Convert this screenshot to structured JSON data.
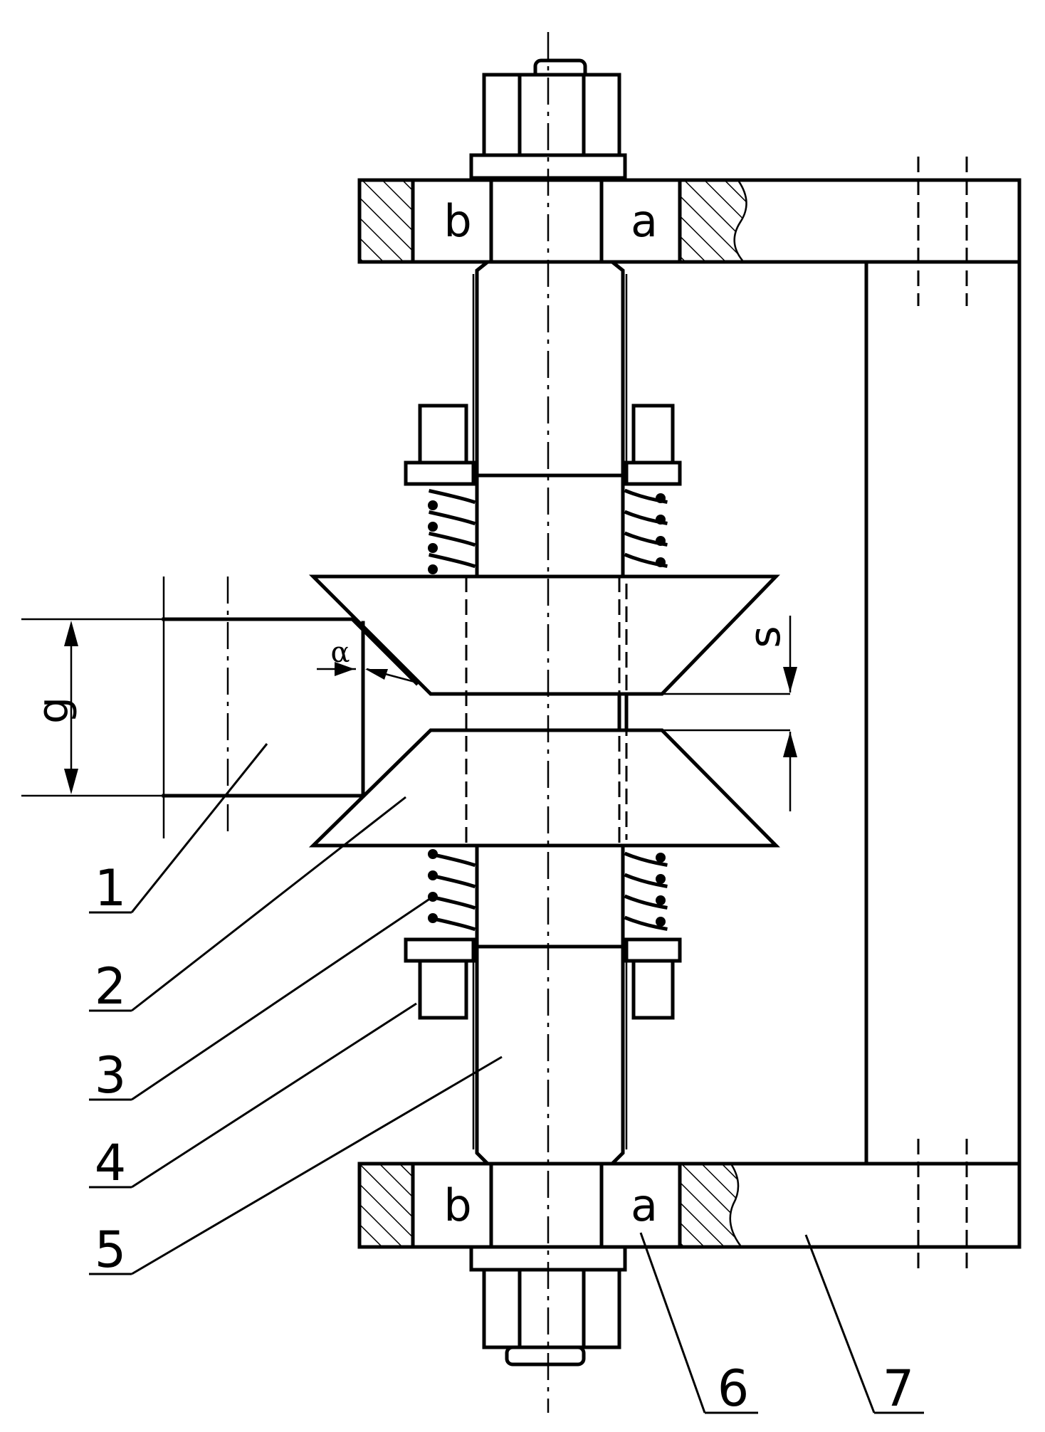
{
  "callouts": [
    {
      "id": "1",
      "text": "1"
    },
    {
      "id": "2",
      "text": "2"
    },
    {
      "id": "3",
      "text": "3"
    },
    {
      "id": "4",
      "text": "4"
    },
    {
      "id": "5",
      "text": "5"
    },
    {
      "id": "6",
      "text": "6"
    },
    {
      "id": "7",
      "text": "7"
    }
  ],
  "plate_letters": {
    "top_left": "b",
    "top_right": "a",
    "bottom_left": "b",
    "bottom_right": "a"
  },
  "dimensions": {
    "g": "g",
    "s": "s",
    "angle": "α"
  }
}
